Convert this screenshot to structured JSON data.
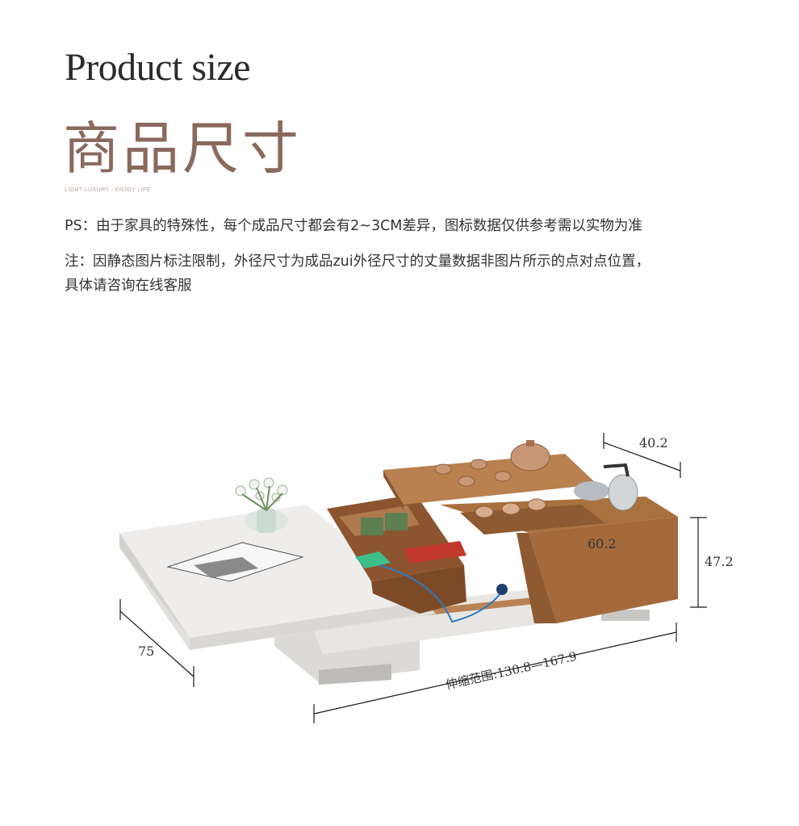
{
  "header": {
    "title_en": "Product size",
    "title_cn": "商品尺寸",
    "tagline": "LIGHT LUXURY - ENJOY LIFE"
  },
  "notes": [
    "PS：由于家具的特殊性，每个成品尺寸都会有2~3CM差异，图标数据仅供参考需以实物为准",
    "注：因静态图片标注限制，外径尺寸为成品zui外径尺寸的丈量数据非图片所示的点对点位置，",
    "具体请咨询在线客服"
  ],
  "dimensions": {
    "top_depth": "40.2",
    "tray_width": "60.2",
    "height": "47.2",
    "depth": "75",
    "length_range": "伸缩范围:130.8—167.9"
  },
  "colors": {
    "title_cn": "#8a6a5e",
    "wood": "#a0673a",
    "white_body": "#e6e4e1"
  }
}
